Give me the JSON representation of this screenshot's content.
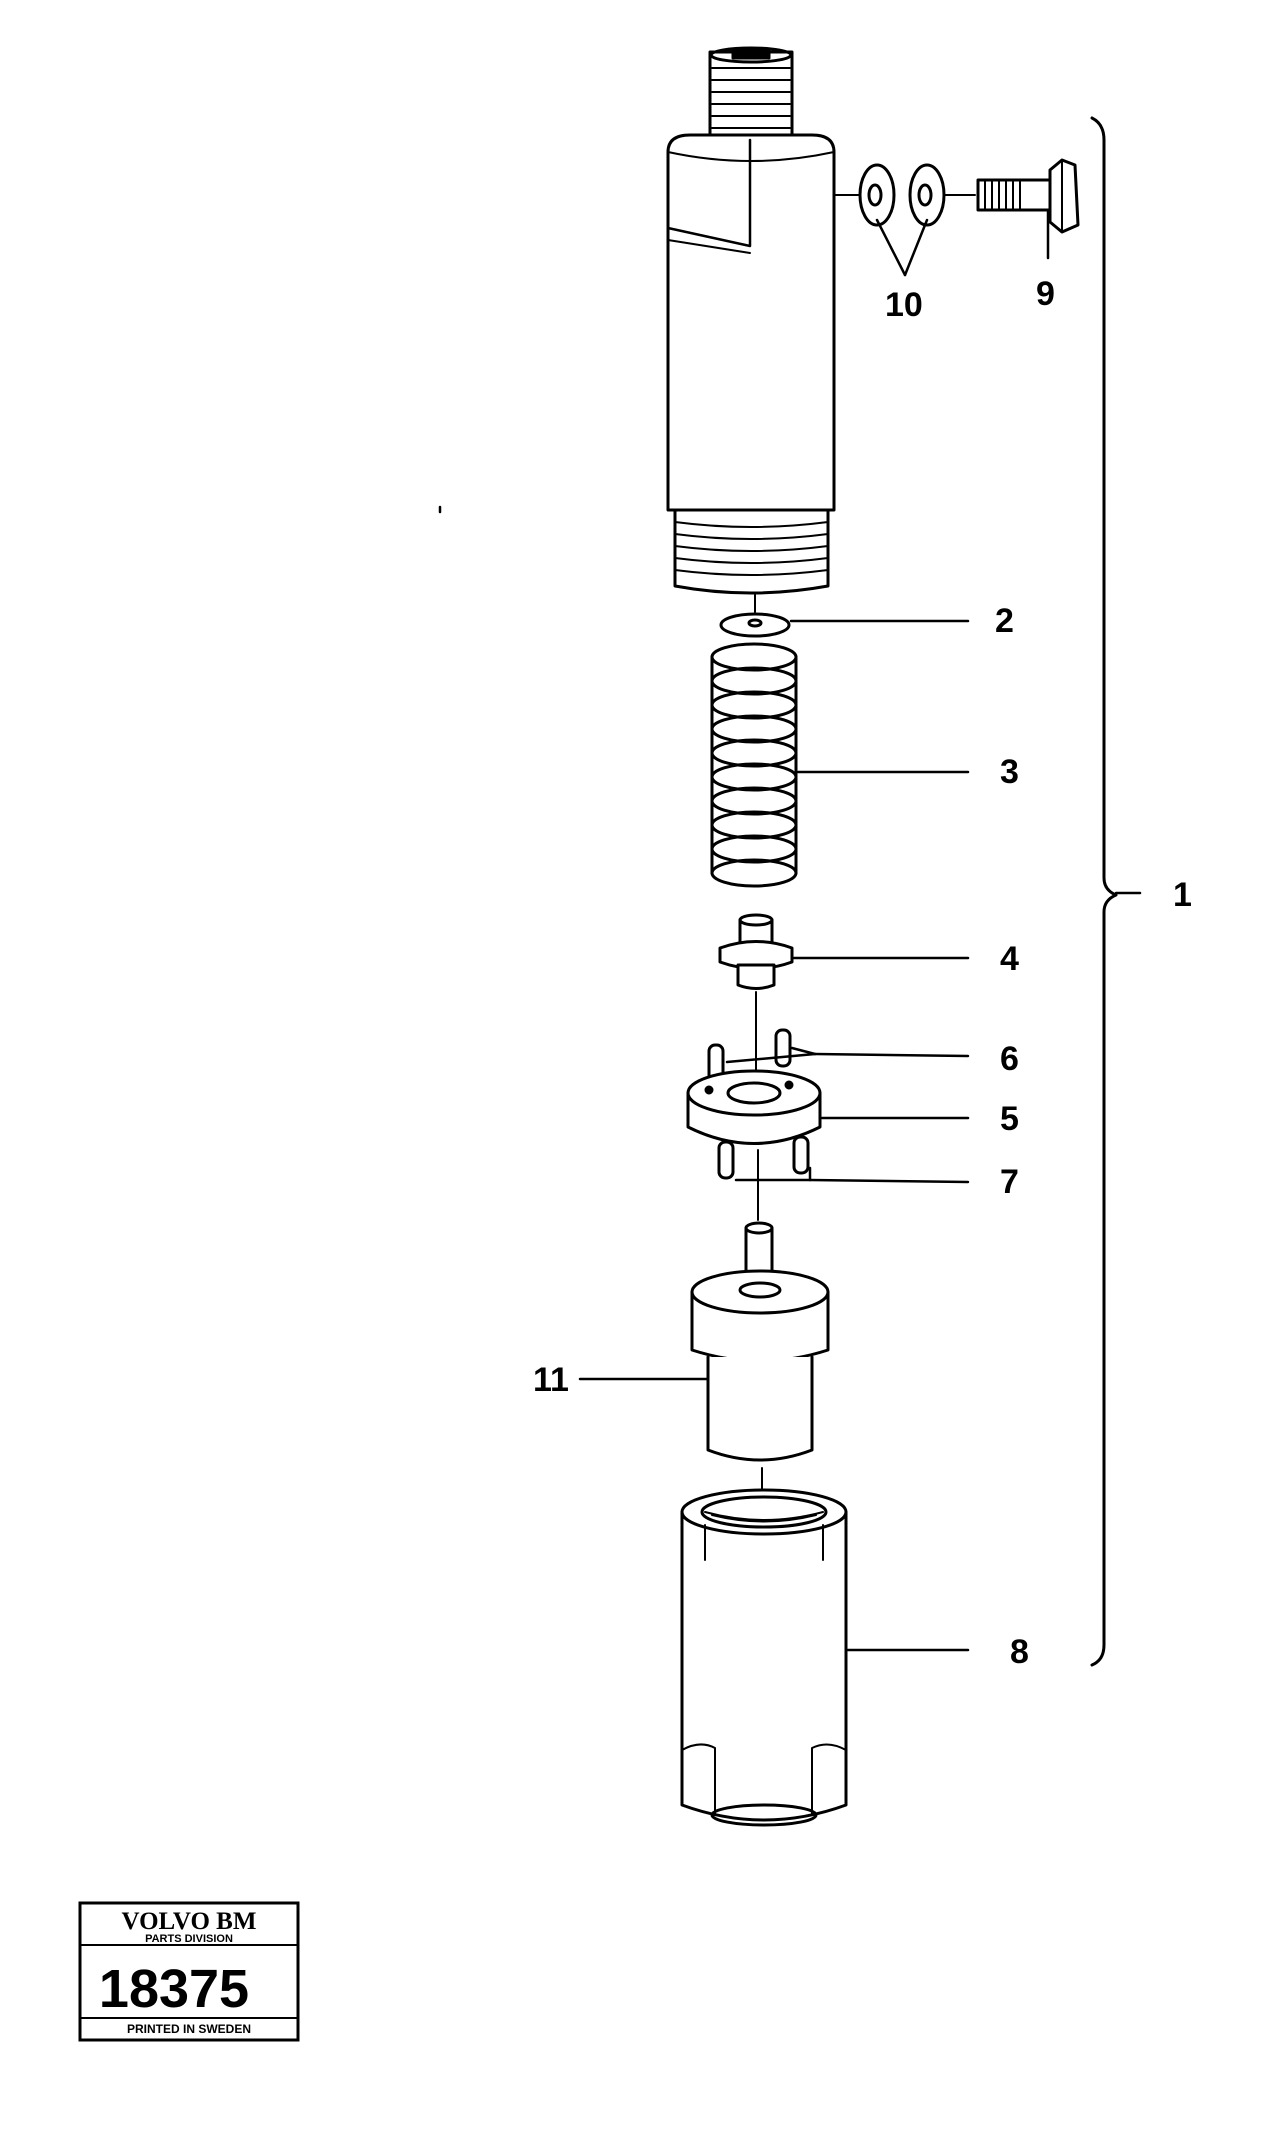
{
  "diagram": {
    "callouts": {
      "p1": "1",
      "p2": "2",
      "p3": "3",
      "p4": "4",
      "p5": "5",
      "p6": "6",
      "p7": "7",
      "p8": "8",
      "p9": "9",
      "p10": "10",
      "p11": "11"
    }
  },
  "stamp": {
    "brand": "VOLVO BM",
    "division": "PARTS DIVISION",
    "number": "18375",
    "footer": "PRINTED IN SWEDEN"
  }
}
